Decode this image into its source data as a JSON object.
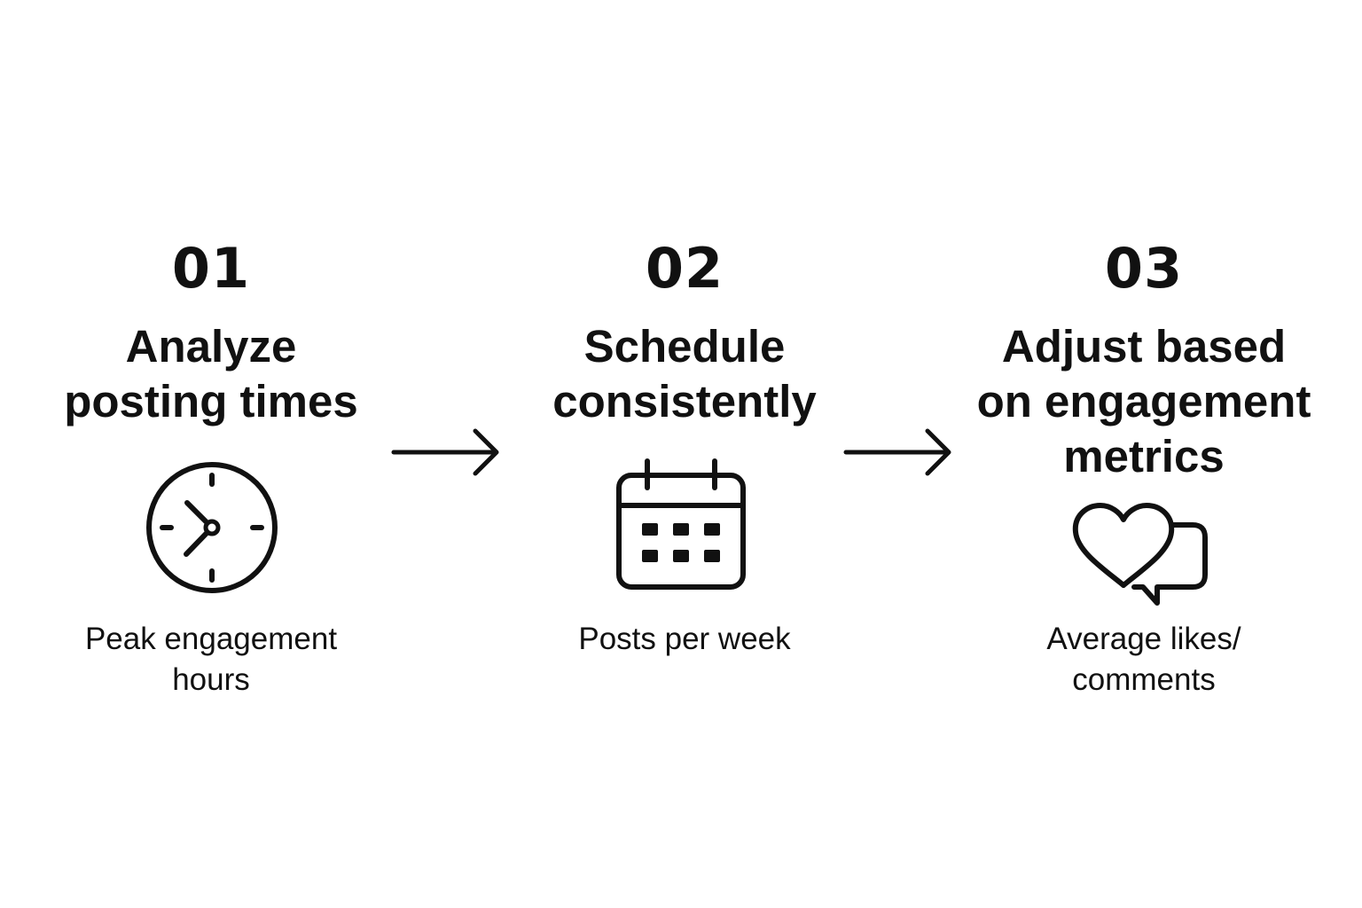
{
  "steps": [
    {
      "number": "01",
      "title": "Analyze\nposting times",
      "icon": "clock-icon",
      "caption": "Peak engagement\nhours"
    },
    {
      "number": "02",
      "title": "Schedule\nconsistently",
      "icon": "calendar-icon",
      "caption": "Posts per week"
    },
    {
      "number": "03",
      "title": "Adjust based\non engagement\nmetrics",
      "icon": "heart-chat-icon",
      "caption": "Average likes/\ncomments"
    }
  ],
  "connectors": [
    "arrow-right-icon",
    "arrow-right-icon"
  ],
  "colors": {
    "foreground": "#111111",
    "background": "#ffffff"
  }
}
